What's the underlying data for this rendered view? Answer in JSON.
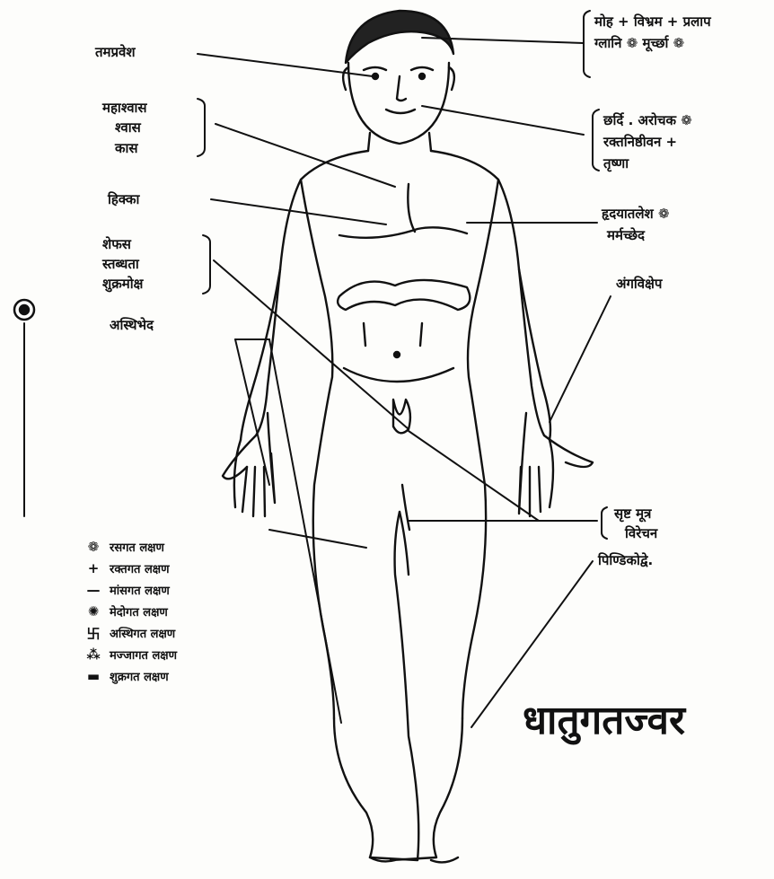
{
  "title": "धातुगतज्वर",
  "left_labels": {
    "l1": "तमप्रवेश",
    "l2a": "महाश्वास",
    "l2b": "श्वास",
    "l2c": "कास",
    "l3": "हिक्का",
    "l4a": "शेफस",
    "l4b": "स्तब्धता",
    "l4c": "शुक्रमोक्ष",
    "l5": "अस्थिभेद"
  },
  "right_labels": {
    "r1a": "मोह + विभ्रम + प्रलाप",
    "r1b": "ग्लानि ❁ मूर्च्छा ❁",
    "r2a": "छर्दि . अरोचक ❁",
    "r2b": "रक्तनिष्ठीवन +",
    "r2c": "तृष्णा",
    "r3a": "हृदयातलेश ❁",
    "r3b": "मर्मच्छेद",
    "r4": "अंगविक्षेप",
    "r5a": "सृष्ट मूत्र",
    "r5b": "विरेचन",
    "r6": "पिण्डिकोद्वे."
  },
  "legend": [
    {
      "symbol": "❁",
      "text": "रसगत लक्षण"
    },
    {
      "symbol": "+",
      "text": "रक्तगत लक्षण"
    },
    {
      "symbol": "—",
      "text": "मांसगत लक्षण"
    },
    {
      "symbol": "✺",
      "text": "मेदोगत लक्षण"
    },
    {
      "symbol": "卐",
      "text": "अस्थिगत लक्षण"
    },
    {
      "symbol": "⁂",
      "text": "मज्जागत लक्षण"
    },
    {
      "symbol": "▬",
      "text": "शुक्रगत लक्षण"
    }
  ],
  "colors": {
    "ink": "#111111",
    "paper": "#fdfdfb"
  }
}
